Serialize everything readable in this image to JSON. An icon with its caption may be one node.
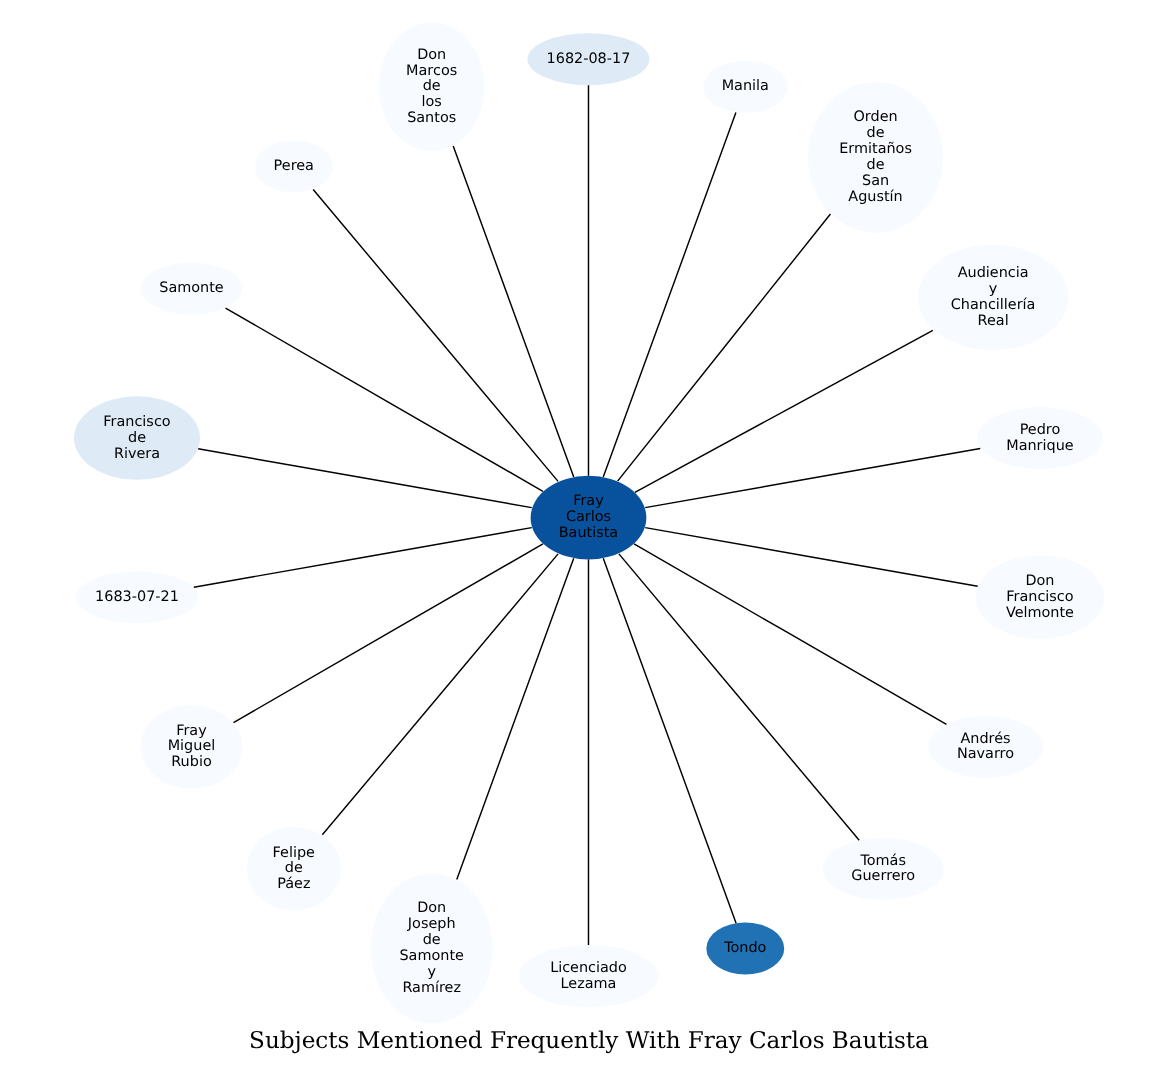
{
  "diagram": {
    "title": "Subjects Mentioned Frequently With Fray Carlos Bautista",
    "nodes": [
      {
        "text": [
          "Fray Carlos Bautista"
        ]
      },
      {
        "text": [
          "Pedro Manrique"
        ]
      },
      {
        "text": [
          "Audiencia y Chancillería Real"
        ]
      },
      {
        "text": [
          "Orden de Ermitaños de San Agustín"
        ]
      },
      {
        "text": [
          "Manila"
        ]
      },
      {
        "text": [
          "1682-08-17"
        ]
      },
      {
        "text": [
          "Don Marcos de los Santos"
        ]
      },
      {
        "text": [
          "Perea"
        ]
      },
      {
        "text": [
          "Samonte"
        ]
      },
      {
        "text": [
          "Francisco de Rivera"
        ]
      },
      {
        "text": [
          "1683-07-21"
        ]
      },
      {
        "text": [
          "Fray Miguel Rubio"
        ]
      },
      {
        "text": [
          "Felipe de Páez"
        ]
      },
      {
        "text": [
          "Don Joseph de Samonte y Ramírez"
        ]
      },
      {
        "text": [
          "Licenciado Lezama"
        ]
      },
      {
        "text": [
          "Tondo"
        ]
      },
      {
        "text": [
          "Tomás Guerrero"
        ]
      },
      {
        "text": [
          "Andrés Navarro"
        ]
      },
      {
        "text": [
          "Don Francisco Velmonte"
        ]
      }
    ],
    "edges": [
      {
        "from": 0,
        "to": 1,
        "arrow": "none"
      },
      {
        "from": 0,
        "to": 2,
        "arrow": "none"
      },
      {
        "from": 0,
        "to": 3,
        "arrow": "none"
      },
      {
        "from": 0,
        "to": 4,
        "arrow": "none"
      },
      {
        "from": 0,
        "to": 5,
        "arrow": "none"
      },
      {
        "from": 0,
        "to": 6,
        "arrow": "none"
      },
      {
        "from": 0,
        "to": 7,
        "arrow": "none"
      },
      {
        "from": 0,
        "to": 8,
        "arrow": "none"
      },
      {
        "from": 0,
        "to": 9,
        "arrow": "none"
      },
      {
        "from": 0,
        "to": 10,
        "arrow": "none"
      },
      {
        "from": 0,
        "to": 11,
        "arrow": "none"
      },
      {
        "from": 0,
        "to": 12,
        "arrow": "none"
      },
      {
        "from": 0,
        "to": 13,
        "arrow": "none"
      },
      {
        "from": 0,
        "to": 14,
        "arrow": "none"
      },
      {
        "from": 0,
        "to": 15,
        "arrow": "none"
      },
      {
        "from": 0,
        "to": 16,
        "arrow": "none"
      },
      {
        "from": 0,
        "to": 17,
        "arrow": "none"
      },
      {
        "from": 0,
        "to": 18,
        "arrow": "none"
      }
    ]
  }
}
